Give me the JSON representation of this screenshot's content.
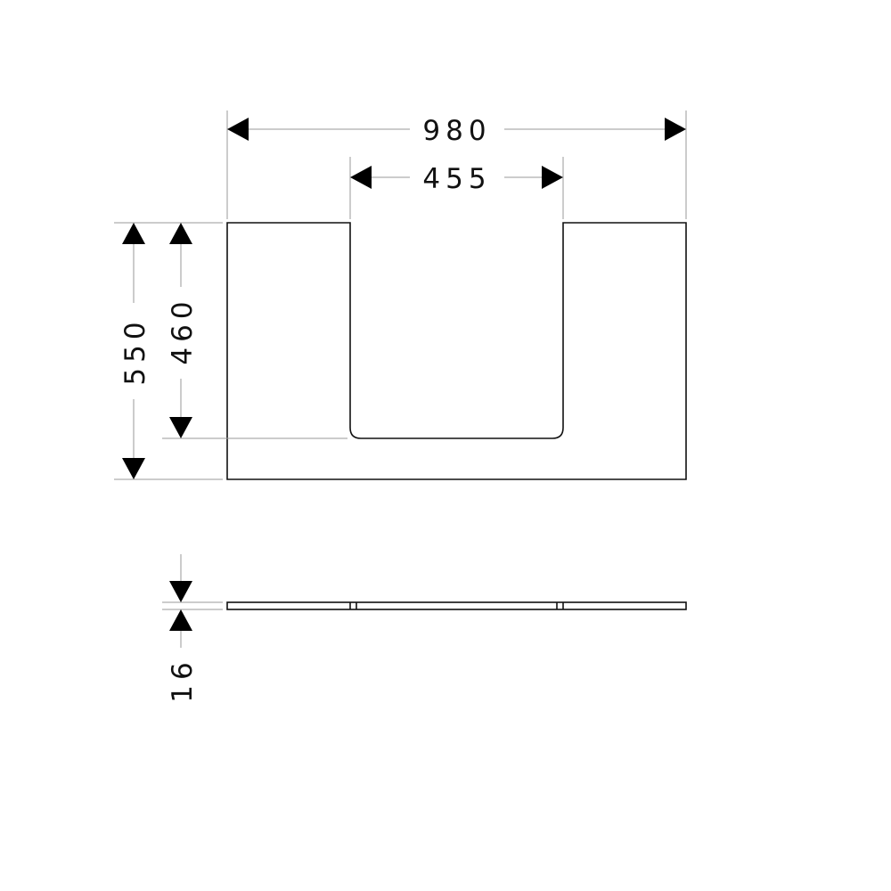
{
  "drawing": {
    "dimensions": {
      "overall_width": "980",
      "cutout_width": "455",
      "overall_depth": "550",
      "cutout_depth": "460",
      "thickness": "16"
    },
    "colors": {
      "line": "#111111",
      "dimension_line": "#9a9a9a",
      "arrow": "#000000",
      "background": "#ffffff"
    }
  }
}
